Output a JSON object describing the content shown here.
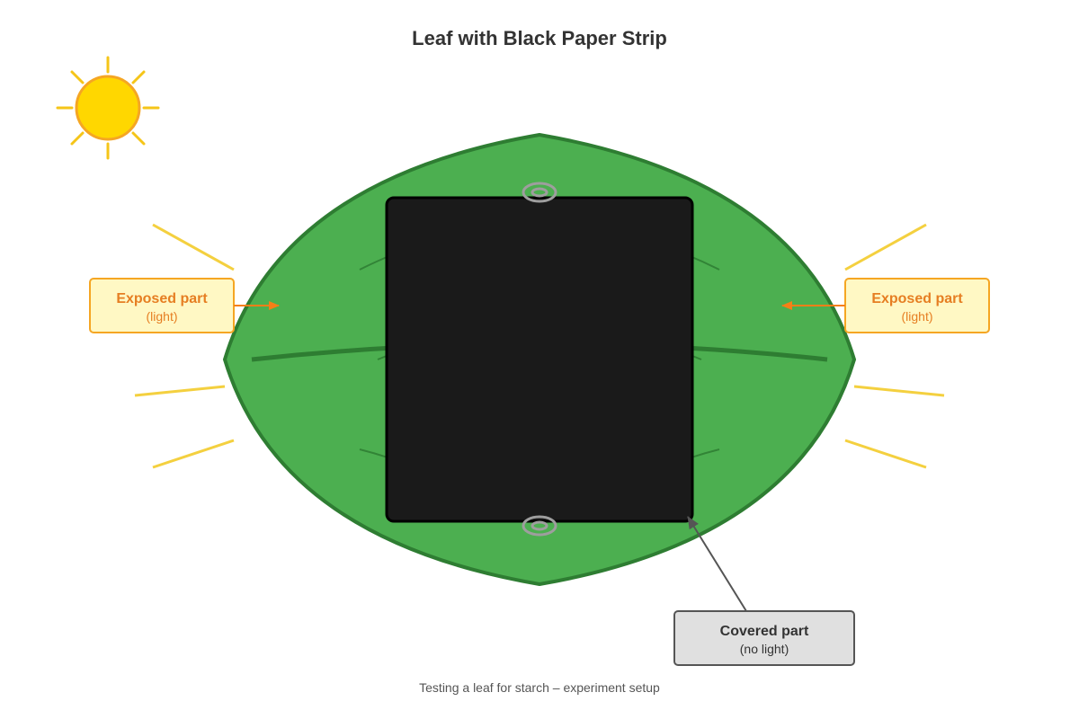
{
  "title": "Leaf with Black Paper Strip",
  "caption": "Testing a leaf for starch – experiment setup",
  "labels": {
    "exposed_left": {
      "main": "Exposed part",
      "sub": "(light)"
    },
    "exposed_right": {
      "main": "Exposed part",
      "sub": "(light)"
    },
    "covered": {
      "main": "Covered part",
      "sub": "(no light)"
    }
  },
  "icons": {
    "sun": "sun-icon",
    "clips": "paper-clip-icon"
  },
  "colors": {
    "title_text": "#333333",
    "caption_text": "#555555",
    "sun_fill": "#FFD700",
    "sun_stroke": "#F5A623",
    "sun_rays": "#F5C518",
    "light_rays": "#F4D03F",
    "leaf_fill": "#4CAF50",
    "leaf_stroke": "#2E7D32",
    "vein": "#2E7D32",
    "paper_fill": "#1A1A1A",
    "paper_stroke": "#000000",
    "clip_stroke": "#9E9E9E",
    "exposed_box_fill": "#FFF8C4",
    "exposed_box_stroke": "#F5A623",
    "exposed_text": "#E67E22",
    "arrow_exposed": "#F57F17",
    "covered_box_fill": "#E0E0E0",
    "covered_box_stroke": "#555555",
    "covered_text": "#333333",
    "arrow_covered": "#555555"
  }
}
